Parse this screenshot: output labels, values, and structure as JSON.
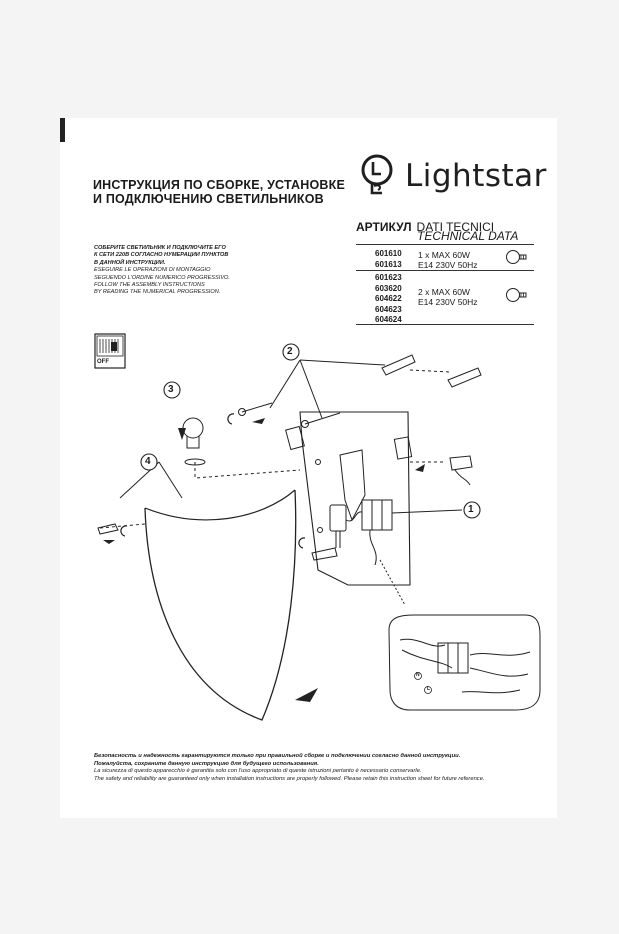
{
  "brand": {
    "name": "Lightstar"
  },
  "title": {
    "line1": "ИНСТРУКЦИЯ ПО СБОРКЕ, УСТАНОВКЕ",
    "line2": "И  ПОДКЛЮЧЕНИЮ  СВЕТИЛЬНИКОВ"
  },
  "spec": {
    "article_label": "АРТИКУЛ",
    "dati_label": "DATI TECNICI",
    "technical_label": "TECHNICAL DATA",
    "group1_codes": [
      "601610",
      "601613"
    ],
    "group1_values": [
      "1 x MAX 60W",
      "E14 230V 50Hz"
    ],
    "group2_codes": [
      "601623",
      "603620",
      "604622",
      "604623",
      "604624"
    ],
    "group2_values": [
      "2 x MAX 60W",
      "E14 230V 50Hz"
    ]
  },
  "instructions": {
    "lines": [
      "СОБЕРИТЕ СВЕТИЛЬНИК И ПОДКЛЮЧИТЕ ЕГО",
      "К СЕТИ 220В СОГЛАСНО НУМЕРАЦИИ ПУНКТОВ",
      "В ДАННОЙ ИНСТРУКЦИИ.",
      "ESEGUIRE LE OPERAZIONI DI MONTAGGIO",
      "SEGUENDO L'ORDINE NUMERICO PROGRESSIVO.",
      "FOLLOW THE ASSEMBLY INSTRUCTIONS",
      "BY READING THE NUMERICAL PROGRESSION."
    ]
  },
  "switch": {
    "off_label": "OFF"
  },
  "callouts": [
    "1",
    "2",
    "3",
    "4"
  ],
  "wiring_labels": [
    "N",
    "L"
  ],
  "footer": {
    "lines": [
      "Безопасность и надежность гарантируются только при правильной сборке и подключении согласно данной инструкции.",
      "Пожалуйста, сохраните данную инструкцию для будущего использования.",
      "La sicurezza di questo apparecchio è garantita solo con l'uso appropriato di queste istruzioni pertanto è necessario conservarle.",
      "The safety and reliability are guaranteed only when installation instructions are properly followed. Please retain this instruction sheet for future reference."
    ]
  }
}
